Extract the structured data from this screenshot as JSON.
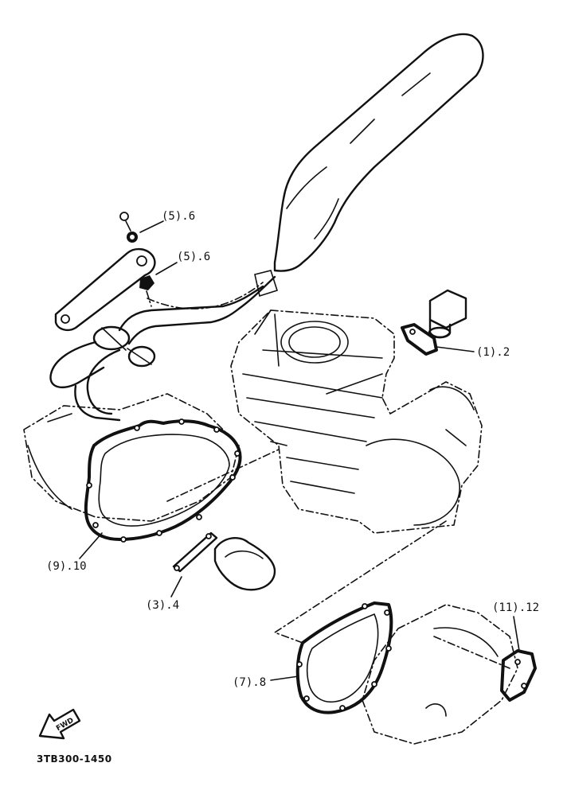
{
  "callouts": {
    "bolt_washer_upper": "(5).6",
    "bolt_washer_lower": "(5).6",
    "cam_tensioner_gasket": "(1).2",
    "crankcase_cover_gasket": "(9).10",
    "breather_plate": "(3).4",
    "generator_cover_gasket": "(7).8",
    "starter_cover_gasket": "(11).12"
  },
  "direction_arrow_label": "FWD",
  "diagram_code": "3TB300-1450"
}
